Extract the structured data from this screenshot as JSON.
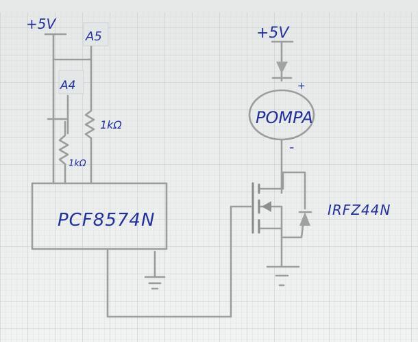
{
  "diagram": {
    "type": "hand-drawn circuit schematic on graph paper",
    "colors": {
      "paper": "#eef0f0",
      "grid": "#c9cfd2",
      "pencil": "#9c9c9c",
      "ink": "#22309a"
    },
    "labels": {
      "vcc_left": "+5V",
      "pin_a5": "A5",
      "pin_a4": "A4",
      "resistor_right": "1kΩ",
      "resistor_left": "1kΩ",
      "ic": "PCF8574N",
      "vcc_right": "+5V",
      "pump": "POMPA",
      "pump_plus": "+",
      "pump_minus": "-",
      "mosfet": "IRFZ44N"
    },
    "components": [
      {
        "id": "ic",
        "label": "PCF8574N",
        "kind": "integrated-circuit"
      },
      {
        "id": "r1",
        "label": "1kΩ",
        "kind": "pull-up resistor (A4)"
      },
      {
        "id": "r2",
        "label": "1kΩ",
        "kind": "pull-up resistor (A5)"
      },
      {
        "id": "pump",
        "label": "POMPA",
        "kind": "motor/pump"
      },
      {
        "id": "d1",
        "kind": "diode"
      },
      {
        "id": "q1",
        "label": "IRFZ44N",
        "kind": "N-channel MOSFET"
      },
      {
        "id": "gnd1",
        "kind": "ground"
      },
      {
        "id": "gnd2",
        "kind": "ground"
      }
    ]
  }
}
